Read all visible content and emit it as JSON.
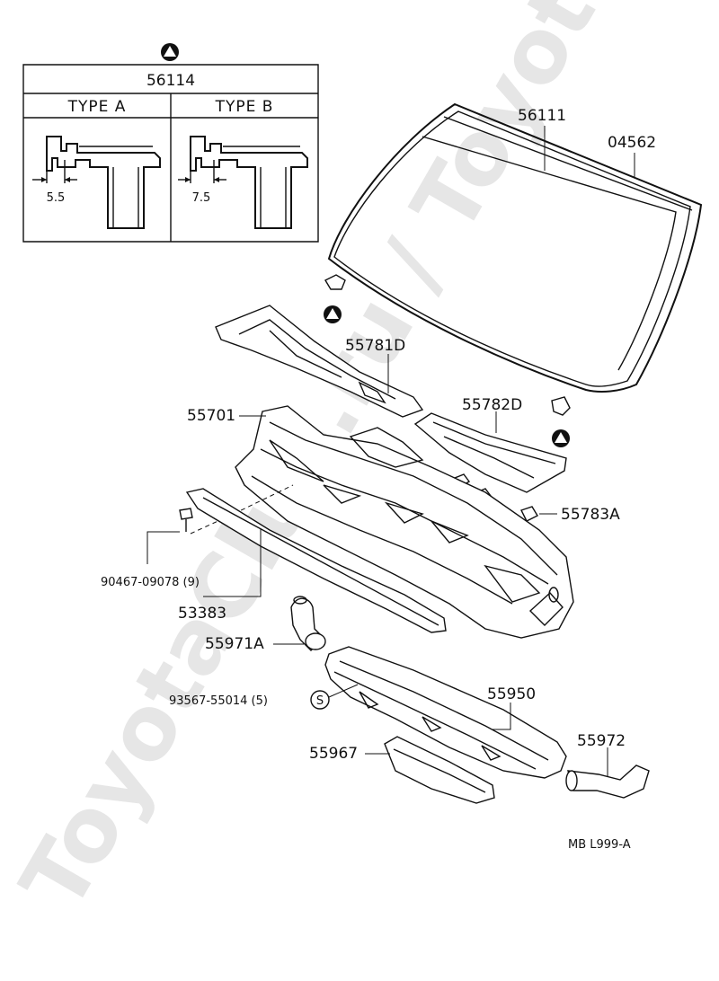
{
  "watermark": "ToyotaClub.ru / ToyotaMine.ru",
  "inset": {
    "part_number": "56114",
    "type_a_label": "TYPE  A",
    "type_b_label": "TYPE  B",
    "type_a_dim": "5.5",
    "type_b_dim": "7.5"
  },
  "parts": {
    "windshield_glass": "56111",
    "moulding": "04562",
    "cowl_louver_rh": "55781D",
    "cowl_louver_lh": "55782D",
    "cowl_panel": "55701",
    "cushion": "55783A",
    "bolt": "90467-09078 (9)",
    "seal": "53383",
    "duct_hose": "55971A",
    "screw": "93567-55014 (5)",
    "screw_symbol": "S",
    "defroster_nozzle": "55950",
    "nozzle_small": "55967",
    "duct": "55972"
  },
  "footer": {
    "code": "MB  L999-A"
  },
  "icons": {
    "marker": "triangle-in-circle-icon"
  }
}
